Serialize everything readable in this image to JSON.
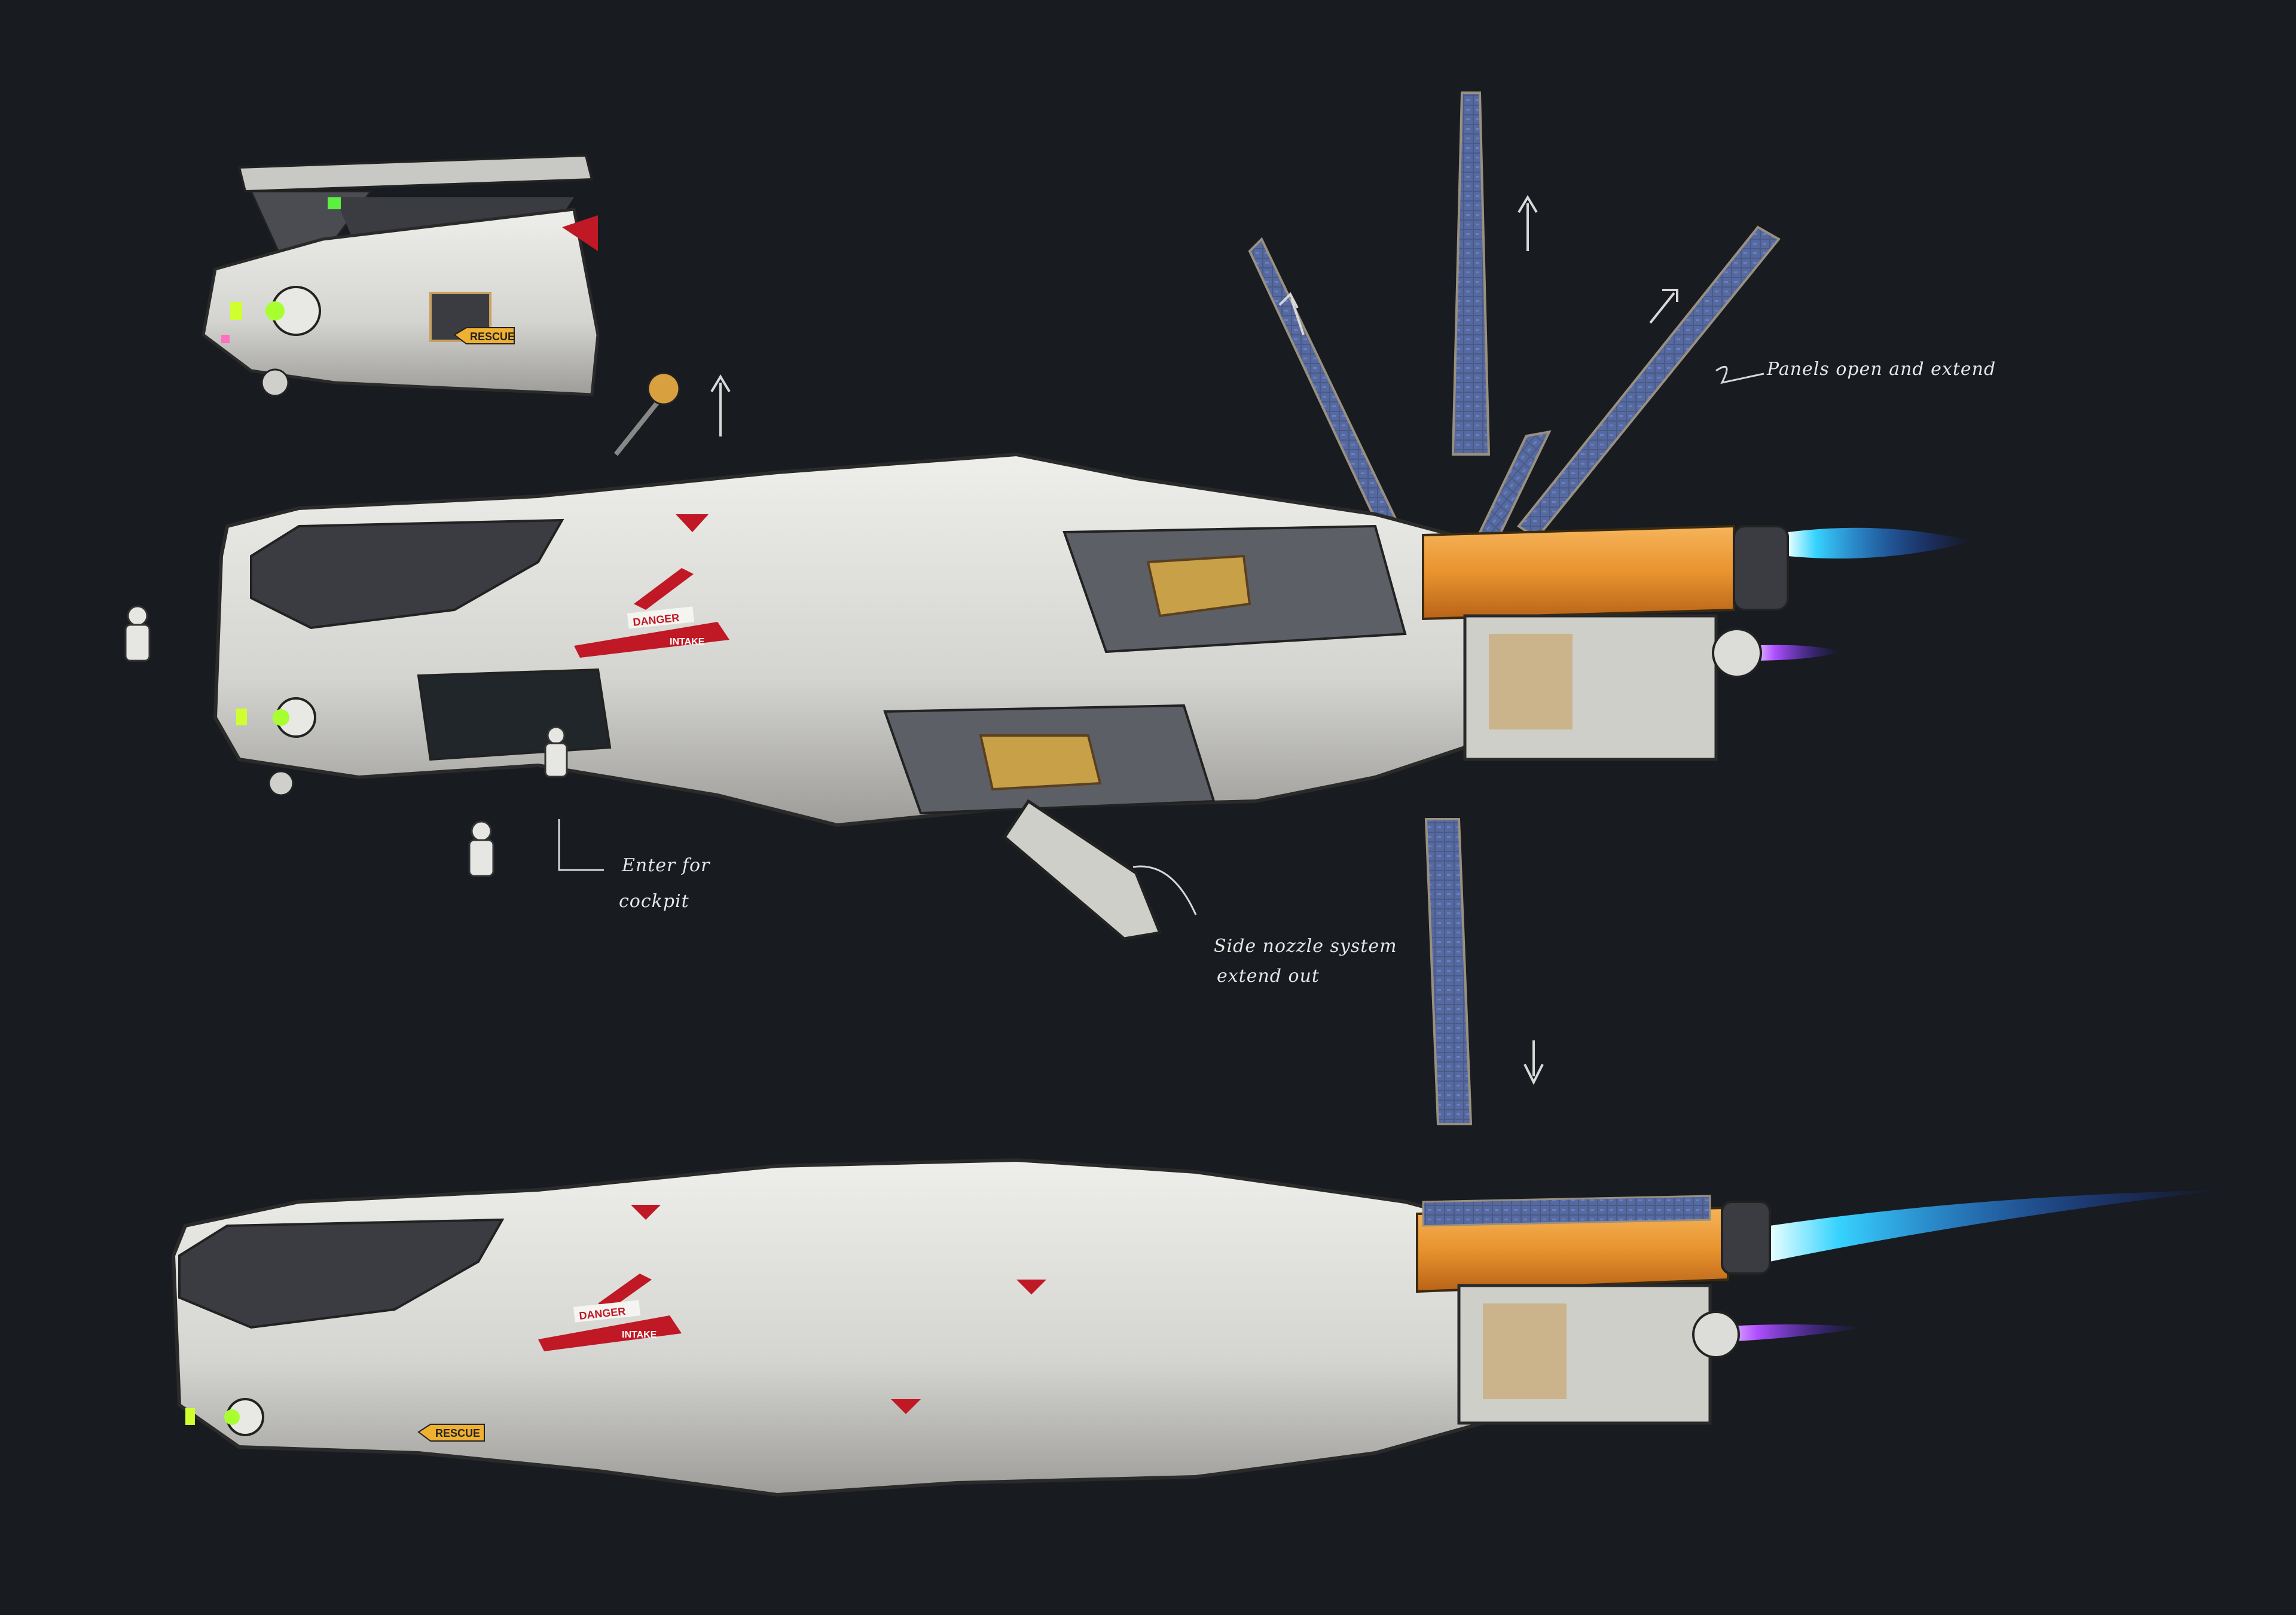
{
  "artwork": {
    "title": "Rescue spacecraft concept sheet",
    "background_color": "#181b20",
    "hull_color": "#d8d8d4",
    "engine_color": "#e8932e",
    "thrust_color_main": "#37d3ff",
    "thrust_color_secondary": "#b050ff",
    "accent_red": "#c01825",
    "accent_yellow": "#f0b030",
    "solar_panel_color": "#4a5a88"
  },
  "views": [
    {
      "name": "cockpit-detail",
      "description": "Close-up of cockpit with open canopy"
    },
    {
      "name": "deployed-configuration",
      "description": "Side view with solar panels and side nozzles deployed"
    },
    {
      "name": "stowed-configuration",
      "description": "Side view with panels stowed, engines firing"
    }
  ],
  "annotations": {
    "panels": "Panels open and extend",
    "cockpit_line1": "Enter for",
    "cockpit_line2": "cockpit",
    "nozzle_line1": "Side nozzle system",
    "nozzle_line2": "extend out"
  },
  "hull_labels": {
    "rescue": "RESCUE",
    "danger": "DANGER",
    "intake": "INTAKE"
  }
}
